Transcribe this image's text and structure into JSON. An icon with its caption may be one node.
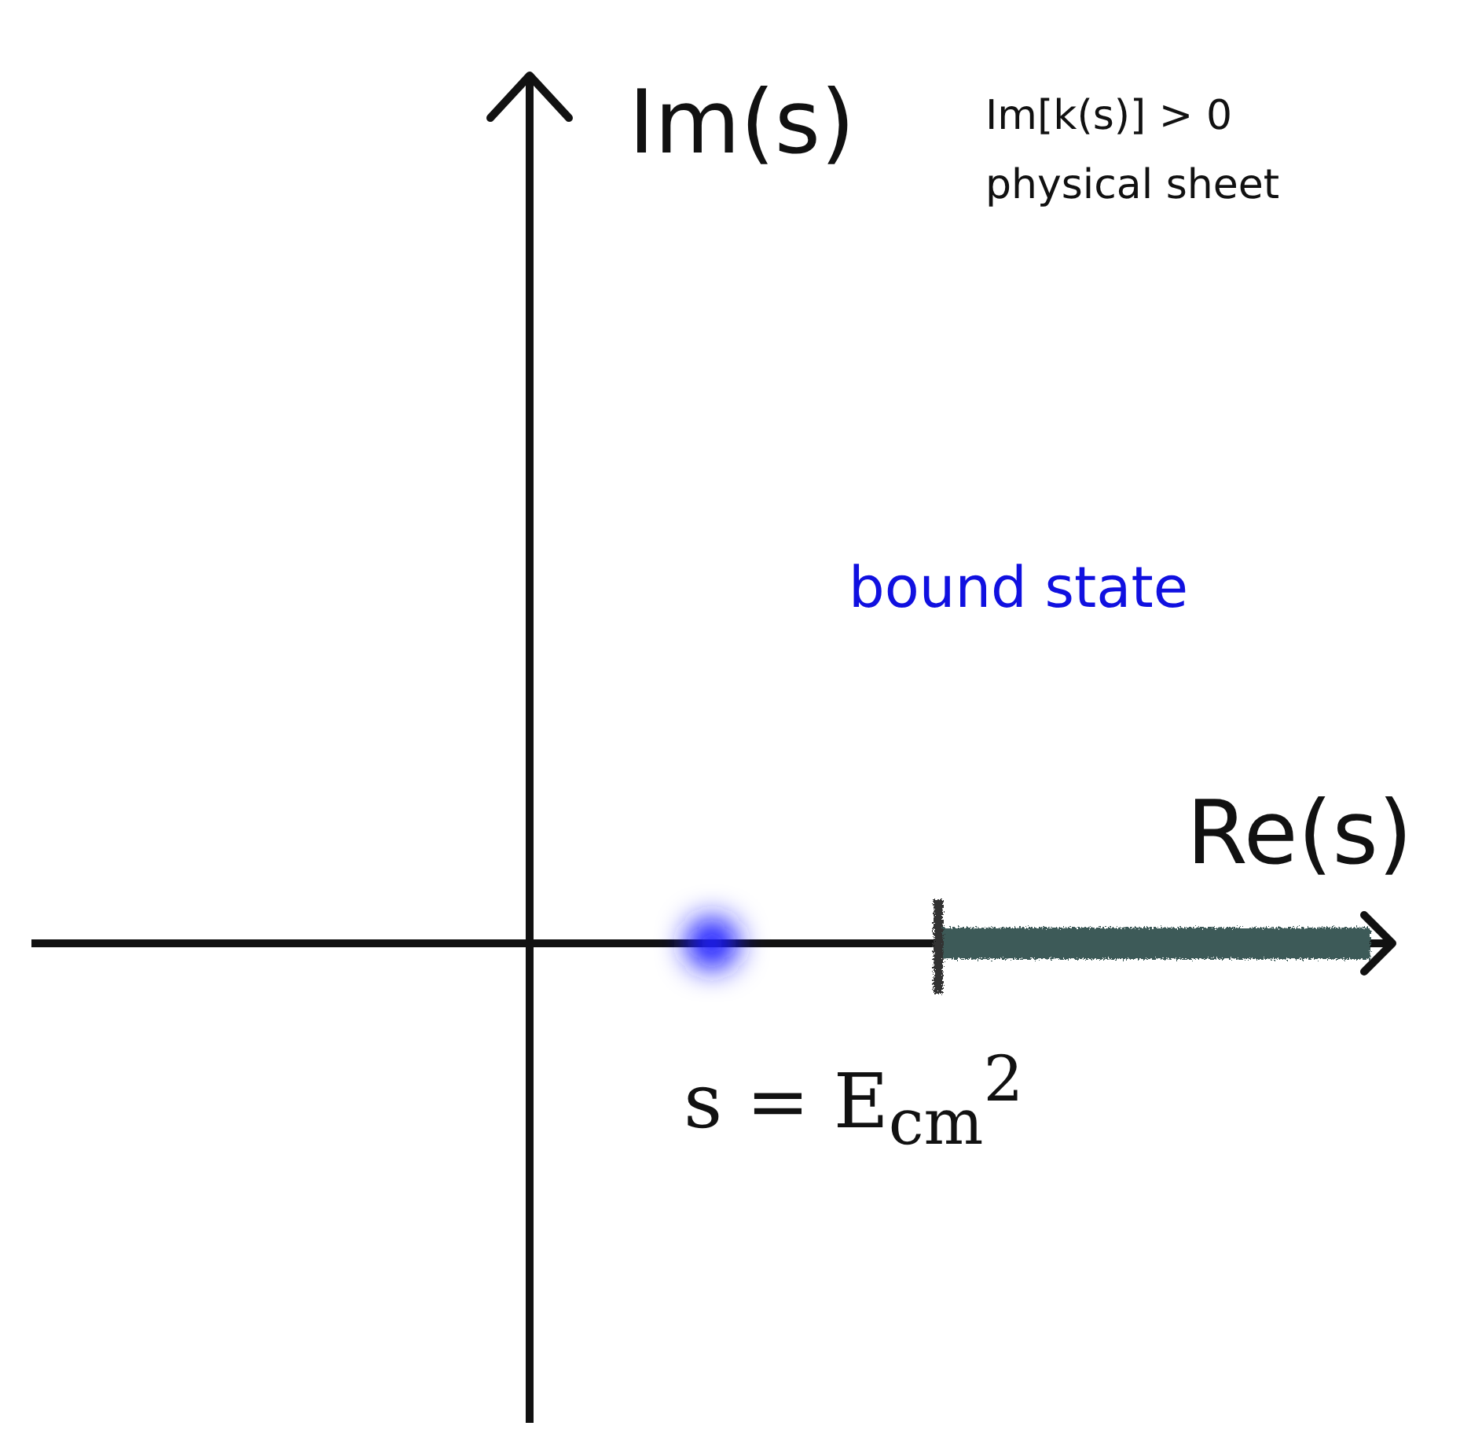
{
  "diagram": {
    "labels": [
      "Im(s)",
      "Im[k(s)] > 0",
      "physical sheet",
      "bound state",
      "Re(s)",
      "s = E$_{cm}$$^{2}$"
    ]
  }
}
